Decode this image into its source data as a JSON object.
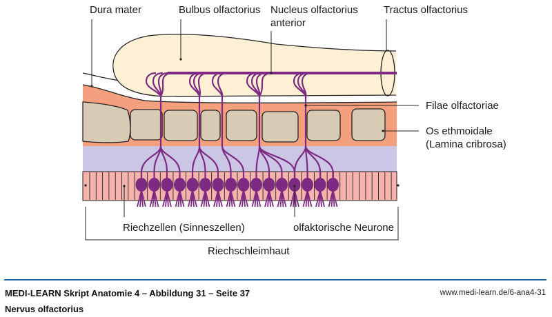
{
  "diagram": {
    "title": "Nervus olfactorius",
    "labels": {
      "dura_mater": "Dura mater",
      "bulbus": "Bulbus olfactorius",
      "nucleus_line1": "Nucleus olfactorius",
      "nucleus_line2": "anterior",
      "tractus": "Tractus olfactorius",
      "filae": "Filae olfactoriae",
      "os_line1": "Os ethmoidale",
      "os_line2": "(Lamina cribrosa)",
      "riechzellen": "Riechzellen (Sinneszellen)",
      "neurone": "olfaktorische Neurone",
      "riechschleimhaut": "Riechschleimhaut"
    },
    "colors": {
      "bulbus_fill": "#fdf0d5",
      "dura_fill": "#f4a07e",
      "bone_fill": "#d8cbb6",
      "lamina_fill": "#cbc5e6",
      "epithelium_fill": "#f6b3ae",
      "nerve": "#7d2a82",
      "outline": "#222222"
    },
    "neuron_count": 16,
    "nerve_bundles": 5
  },
  "footer": {
    "source": "MEDI-LEARN Skript Anatomie 4 – Abbildung 31 – Seite 37",
    "caption": "Nervus olfactorius",
    "url": "www.medi-learn.de/6-ana4-31",
    "rule_color": "#1f5ea8"
  }
}
